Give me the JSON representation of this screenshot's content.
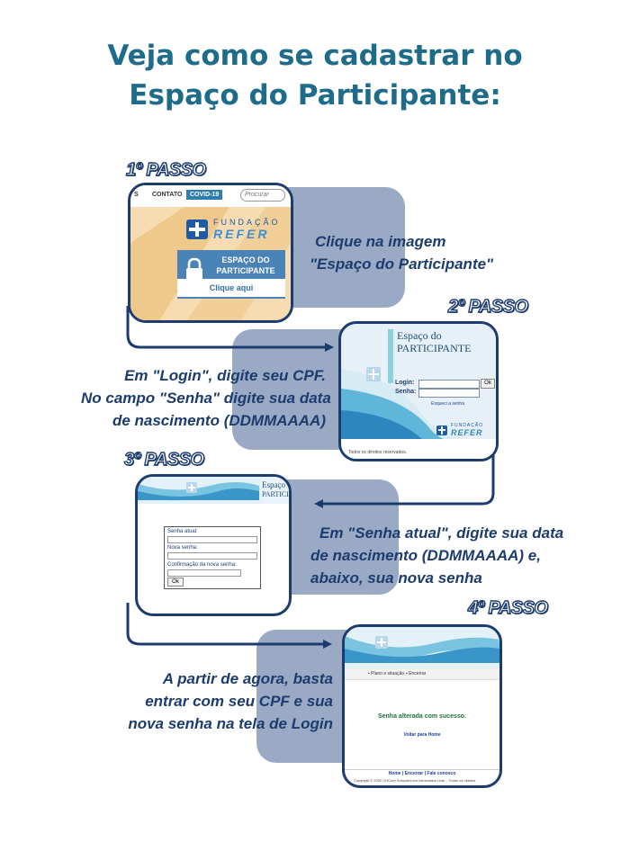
{
  "title": {
    "line1": "Veja como se cadastrar no",
    "line2": "Espaço do Participante:"
  },
  "colors": {
    "title": "#1f6c8a",
    "navy": "#1d3c6e",
    "gray_panel": "#9aaac5"
  },
  "steps": [
    {
      "label": "1º PASSO",
      "instruction": [
        "Clique na imagem",
        "\"Espaço do Participante\""
      ],
      "screen": {
        "nav_partial": "S",
        "nav_contact": "CONTATO",
        "nav_covid": "COVID-19",
        "search_placeholder": "Procurar",
        "logo_top": "FUNDAÇÃO",
        "logo_bottom": "REFER",
        "card_line1": "ESPAÇO DO",
        "card_line2": "PARTICIPANTE",
        "card_link": "Clique aqui",
        "icon": "padlock-icon"
      }
    },
    {
      "label": "2º PASSO",
      "instruction": [
        "Em \"Login\", digite seu CPF.",
        "No campo \"Senha\" digite sua data",
        "de nascimento (DDMMAAAA)"
      ],
      "screen": {
        "heading1": "Espaço do",
        "heading2": "PARTICIPANTE",
        "login_label": "Login:",
        "password_label": "Senha:",
        "ok_button": "Ok",
        "forgot_link": "Esqueci a senha",
        "logo_top": "FUNDAÇÃO",
        "logo_bottom": "REFER",
        "footer": "Todos os direitos reservados."
      }
    },
    {
      "label": "3º PASSO",
      "instruction": [
        "Em \"Senha atual\", digite sua data",
        "de nascimento (DDMMAAAA) e,",
        "abaixo, sua nova senha"
      ],
      "screen": {
        "heading1": "Espaço",
        "heading2": "PARTICIPANTE",
        "current_password_label": "Senha atual:",
        "new_password_label": "Nova senha:",
        "confirm_password_label": "Confirmação da nova senha:",
        "ok_button": "Ok"
      }
    },
    {
      "label": "4º PASSO",
      "instruction": [
        "A partir de agora, basta",
        "entrar com seu CPF e sua",
        "nova senha na tela de Login"
      ],
      "screen": {
        "menu_plans": "Plano e situação",
        "menu_exit": "Encerrar",
        "success_message": "Senha alterada com sucesso.",
        "home_link": "Voltar para Home",
        "footer_links": "Home | Encerrar | Fale conosco",
        "copyright": "Copyright © 2002 CHCorp Soluções em Informática Ltda. - Todos os direitos"
      }
    }
  ]
}
